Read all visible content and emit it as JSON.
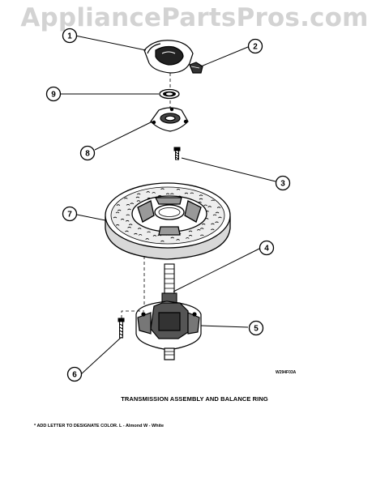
{
  "watermark": "AppliancePartsPros.com",
  "callouts": [
    {
      "id": "1",
      "label": "1"
    },
    {
      "id": "2",
      "label": "2"
    },
    {
      "id": "9",
      "label": "9"
    },
    {
      "id": "8",
      "label": "8"
    },
    {
      "id": "3",
      "label": "3"
    },
    {
      "id": "7",
      "label": "7"
    },
    {
      "id": "4",
      "label": "4"
    },
    {
      "id": "5",
      "label": "5"
    },
    {
      "id": "6",
      "label": "6"
    }
  ],
  "reference_code": "W294F03A",
  "caption": "TRANSMISSION ASSEMBLY AND BALANCE RING",
  "footnote": "* ADD LETTER TO DESIGNATE COLOR.  L - Almond  W - White"
}
